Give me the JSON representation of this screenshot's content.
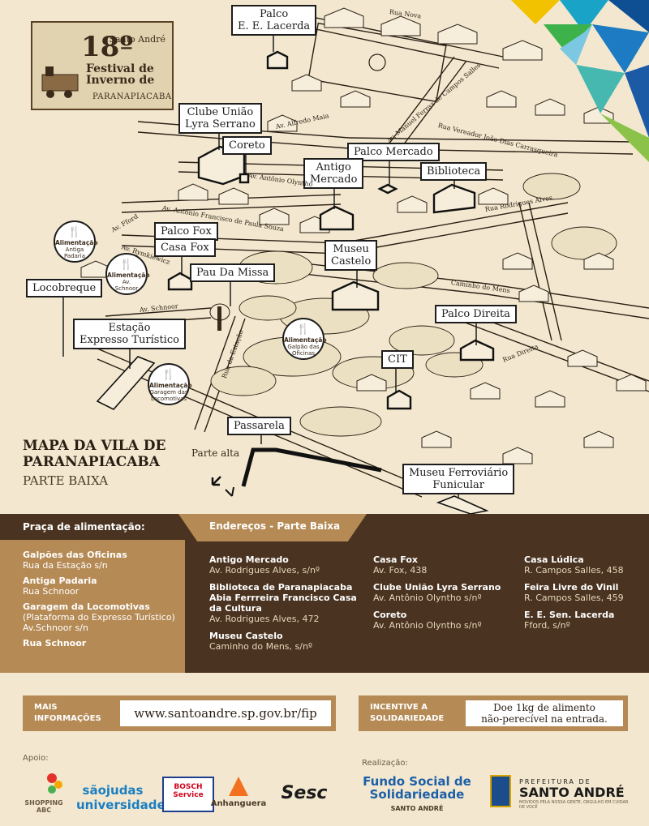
{
  "logo": {
    "edition": "18º",
    "city": "Santo André",
    "festival_lines": [
      "Festival de",
      "Inverno de"
    ],
    "place": "PARANAPIACABA"
  },
  "venues": [
    {
      "id": "palco-lacerda",
      "lines": [
        "Palco",
        "E. E. Lacerda"
      ]
    },
    {
      "id": "clube-uniao",
      "lines": [
        "Clube União",
        "Lyra Serrano"
      ]
    },
    {
      "id": "coreto",
      "lines": [
        "Coreto"
      ]
    },
    {
      "id": "palco-mercado",
      "lines": [
        "Palco Mercado"
      ]
    },
    {
      "id": "antigo-mercado",
      "lines": [
        "Antigo",
        "Mercado"
      ]
    },
    {
      "id": "biblioteca",
      "lines": [
        "Biblioteca"
      ]
    },
    {
      "id": "palco-fox",
      "lines": [
        "Palco Fox"
      ]
    },
    {
      "id": "casa-fox",
      "lines": [
        "Casa Fox"
      ]
    },
    {
      "id": "pau-da-missa",
      "lines": [
        "Pau Da Missa"
      ]
    },
    {
      "id": "locobreque",
      "lines": [
        "Locobreque"
      ]
    },
    {
      "id": "museu-castelo",
      "lines": [
        "Museu",
        "Castelo"
      ]
    },
    {
      "id": "estacao",
      "lines": [
        "Estação",
        "Expresso Turístico"
      ]
    },
    {
      "id": "palco-direita",
      "lines": [
        "Palco Direita"
      ]
    },
    {
      "id": "cit",
      "lines": [
        "CIT"
      ]
    },
    {
      "id": "passarela",
      "lines": [
        "Passarela"
      ]
    },
    {
      "id": "museu-ferroviario",
      "lines": [
        "Museu Ferroviário",
        "Funicular"
      ]
    }
  ],
  "food_badges": [
    {
      "id": "food-antiga-padaria",
      "title": "Alimentação",
      "lines": [
        "Antiga",
        "Padaria"
      ]
    },
    {
      "id": "food-av-schnoor",
      "title": "Alimentação",
      "lines": [
        "Av.",
        "Schnoor"
      ]
    },
    {
      "id": "food-galpao",
      "title": "Alimentação",
      "lines": [
        "Galpão das",
        "Oficinas"
      ]
    },
    {
      "id": "food-garagem",
      "title": "Alimentação",
      "lines": [
        "Garagem das",
        "Locomotivas"
      ]
    }
  ],
  "streets": [
    "Rua Nova",
    "Av. Alfredo Maia",
    "Av. Manuel Ferraz de Campos Salles",
    "Rua Vereador João Dias Carrasqueira",
    "Av. Antônio Olyntho",
    "Av. Antônio Francisco de Paula Souza",
    "Av. Fford",
    "Av. Rymkiewicz",
    "Rua Rodrigues Alves",
    "Av. Schnoor",
    "Caminho do Mens",
    "Rua da Estação",
    "Rua Direita"
  ],
  "map_title": {
    "line1": "MAPA DA VILA DE",
    "line2": "PARANAPIACABA",
    "sub": "PARTE BAIXA"
  },
  "parte_alta": "Parte alta",
  "food_court": {
    "header": "Praça de alimentação:",
    "items": [
      {
        "name": "Galpões das Oficinas",
        "detail": "Rua da Estação s/n"
      },
      {
        "name": "Antiga Padaria",
        "detail": "Rua Schnoor"
      },
      {
        "name": "Garagem da Locomotivas",
        "detail": "(Plataforma do Expresso Turístico) Av.Schnoor s/n"
      },
      {
        "name": "Rua Schnoor",
        "detail": ""
      }
    ]
  },
  "addresses": {
    "header": "Endereços - Parte Baixa",
    "columns": [
      [
        {
          "name": "Antigo Mercado",
          "addr": "Av. Rodrigues Alves, s/nº"
        },
        {
          "name": "Biblioteca de Paranapiacaba Abia Ferrreira Francisco Casa da Cultura",
          "addr": "Av. Rodrigues Alves, 472"
        },
        {
          "name": "Museu Castelo",
          "addr": "Caminho do Mens, s/nº"
        }
      ],
      [
        {
          "name": "Casa Fox",
          "addr": "Av. Fox, 438"
        },
        {
          "name": "Clube União Lyra Serrano",
          "addr": "Av. Antônio Olyntho s/nº"
        },
        {
          "name": "Coreto",
          "addr": "Av. Antônio Olyntho s/nº"
        }
      ],
      [
        {
          "name": "Casa Lúdica",
          "addr": "R. Campos Salles, 458"
        },
        {
          "name": "Feira Livre do Vinil",
          "addr": "R. Campos Salles, 459"
        },
        {
          "name": "E. E. Sen. Lacerda",
          "addr": "Fford, s/nº"
        }
      ]
    ]
  },
  "info": {
    "more_label": [
      "MAIS",
      "INFORMAÇÕES"
    ],
    "url": "www.santoandre.sp.gov.br/fip",
    "incentive_label": [
      "INCENTIVE A",
      "SOLIDARIEDADE"
    ],
    "incentive_text": [
      "Doe 1kg de alimento",
      "não-perecível na entrada."
    ]
  },
  "sponsors": {
    "support_label": "Apoio:",
    "support": [
      "SHOPPING ABC",
      "sãojudas universidade",
      "BOSCH Service",
      "Anhanguera",
      "Sesc"
    ],
    "realization_label": "Realização:",
    "realization": [
      "Fundo Social de Solidariedade",
      "SANTO ANDRÉ",
      "PREFEITURA DE",
      "SANTO ANDRÉ",
      "MOVIDOS PELA NOSSA GENTE, ORGULHO EM CUIDAR DE VOCÊ"
    ]
  },
  "colors": {
    "paper": "#f3e8cf",
    "brown_dark": "#4a3320",
    "brown_light": "#b58a55"
  }
}
